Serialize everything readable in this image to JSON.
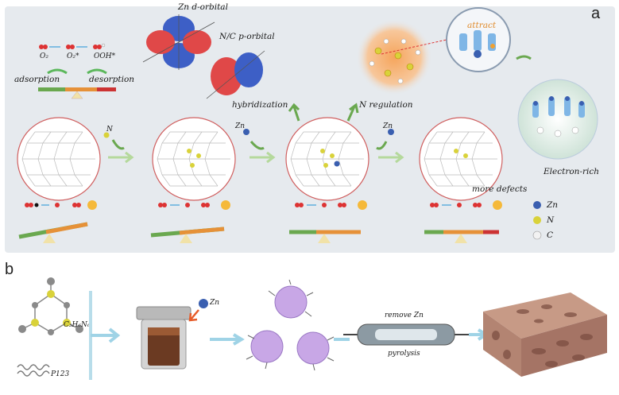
{
  "panel_a": {
    "label": "a",
    "zn_d_orbital": "Zn d-orbital",
    "nc_p_orbital": "N/C p-orbital",
    "hybridization": "hybridization",
    "n_regulation": "N regulation",
    "attract": "attract",
    "electron_rich": "Electron-rich",
    "more_defects": "more defects",
    "adsorption": "adsorption",
    "desorption": "desorption",
    "o2": "O₂",
    "o2_star": "O₂*",
    "ooh_star": "OOH*",
    "dopant_n": "N",
    "dopant_zn": "Zn",
    "legend": [
      {
        "label": "Zn",
        "color": "#3a5fb0"
      },
      {
        "label": "N",
        "color": "#d9d23a"
      },
      {
        "label": "C",
        "color": "#e8e8e8"
      }
    ]
  },
  "panel_b": {
    "label": "b",
    "precursor": "C₃H₆N₆",
    "p123": "P123",
    "zn": "Zn",
    "remove_zn": "remove Zn",
    "pyrolysis": "pyrolysis"
  }
}
